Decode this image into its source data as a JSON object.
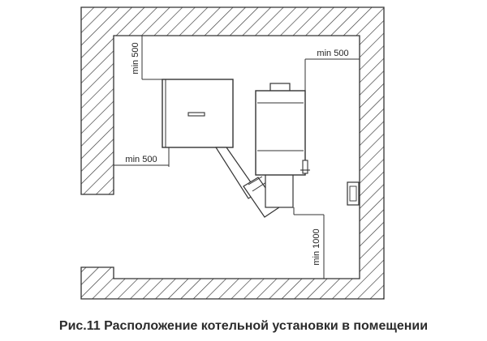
{
  "diagram": {
    "labels": {
      "top_clearance": "min 500",
      "right_clearance": "min 500",
      "left_clearance": "min 500",
      "bottom_clearance": "min 1000"
    },
    "caption": "Рис.11 Расположение котельной установки в помещении"
  }
}
